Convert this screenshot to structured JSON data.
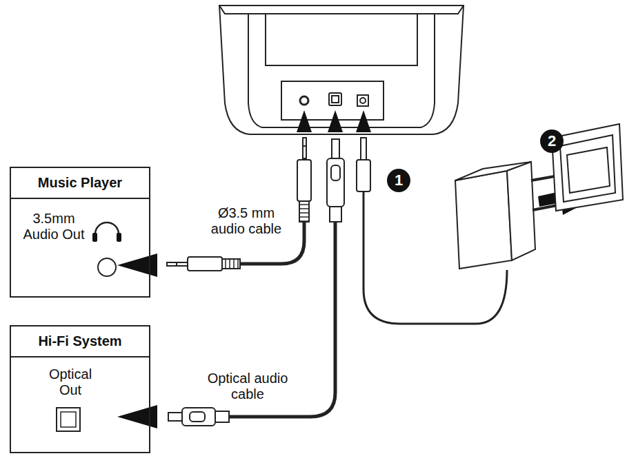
{
  "diagram": {
    "nodes": [
      {
        "text": [
          "Music Player",
          "3.5mm Audio Out"
        ]
      },
      {
        "text": [
          "Hi-Fi System",
          "Optical Out"
        ]
      }
    ],
    "labels": [
      "Ø3.5 mm audio cable",
      "Optical audio cable",
      "1",
      "2"
    ]
  }
}
